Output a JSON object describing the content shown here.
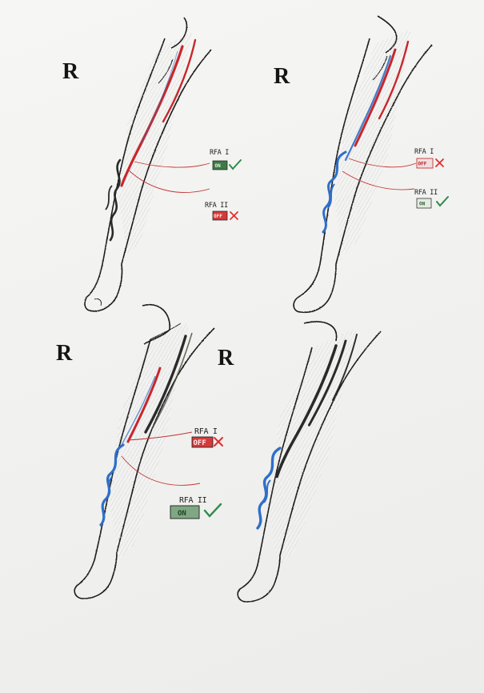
{
  "colors": {
    "red_vein": "#c8262c",
    "blue_vein": "#2f6fc8",
    "ablated": "#2a2a2a",
    "on_fill": "#3e7a45",
    "off_fill": "#d53a3a",
    "check": "#2e8b4a",
    "cross": "#e0302f",
    "callout_line": "#c23535"
  },
  "panels": [
    {
      "side_label": "R",
      "rfa1": {
        "label": "RFA I",
        "status": "ON",
        "result_icon": "check-icon"
      },
      "rfa2": {
        "label": "RFA II",
        "status": "OFF",
        "result_icon": "cross-icon"
      }
    },
    {
      "side_label": "R",
      "rfa1": {
        "label": "RFA I",
        "status": "OFF",
        "result_icon": "cross-icon"
      },
      "rfa2": {
        "label": "RFA II",
        "status": "ON",
        "result_icon": "check-icon"
      }
    },
    {
      "side_label": "R",
      "rfa1": {
        "label": "RFA I",
        "status": "OFF",
        "result_icon": "cross-icon"
      },
      "rfa2": {
        "label": "RFA II",
        "status": "ON",
        "result_icon": "check-icon"
      }
    },
    {
      "side_label": "R"
    }
  ]
}
